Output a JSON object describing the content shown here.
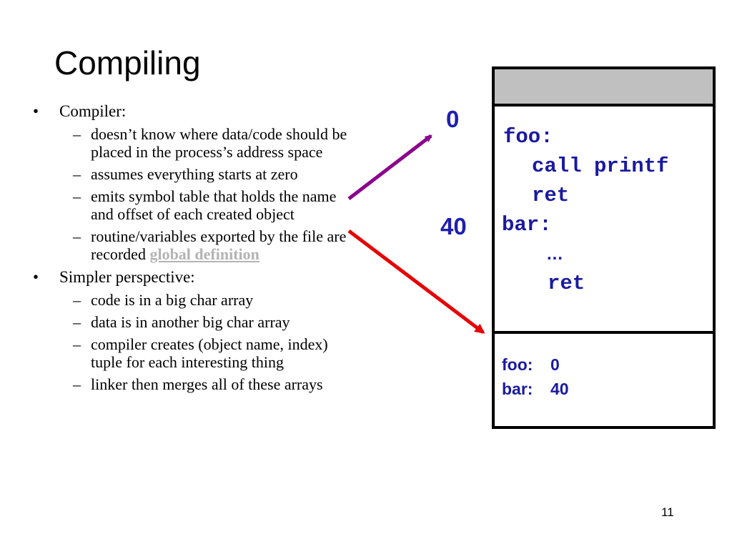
{
  "slide": {
    "title": "Compiling",
    "page_number": "11"
  },
  "bullets": [
    {
      "text": "Compiler:",
      "sub": [
        {
          "text": "doesn’t know where data/code should be placed in the process’s address space"
        },
        {
          "text": "assumes everything starts at zero"
        },
        {
          "text": "emits symbol table that holds the name and offset of each created object"
        },
        {
          "text": "routine/variables exported by the file are recorded ",
          "highlight": "global definition"
        }
      ]
    },
    {
      "text": "Simpler perspective:",
      "sub": [
        {
          "text": "code is in a big char array"
        },
        {
          "text": "data is in another big char array"
        },
        {
          "text": "compiler creates (object name, index) tuple for each interesting thing"
        },
        {
          "text": "linker then merges all of these arrays"
        }
      ]
    }
  ],
  "bullet_marks": {
    "level1": "•",
    "level2": "–"
  },
  "diagram": {
    "offset_top": "0",
    "offset_mid": "40",
    "code_lines": [
      "foo:",
      "call printf",
      "ret",
      "bar:",
      "…",
      "ret"
    ],
    "symbols": [
      {
        "name": "foo:",
        "value": "0"
      },
      {
        "name": "bar:",
        "value": "40"
      }
    ],
    "arrow_colors": {
      "purple": "#8b008b",
      "red": "#e60000"
    }
  }
}
